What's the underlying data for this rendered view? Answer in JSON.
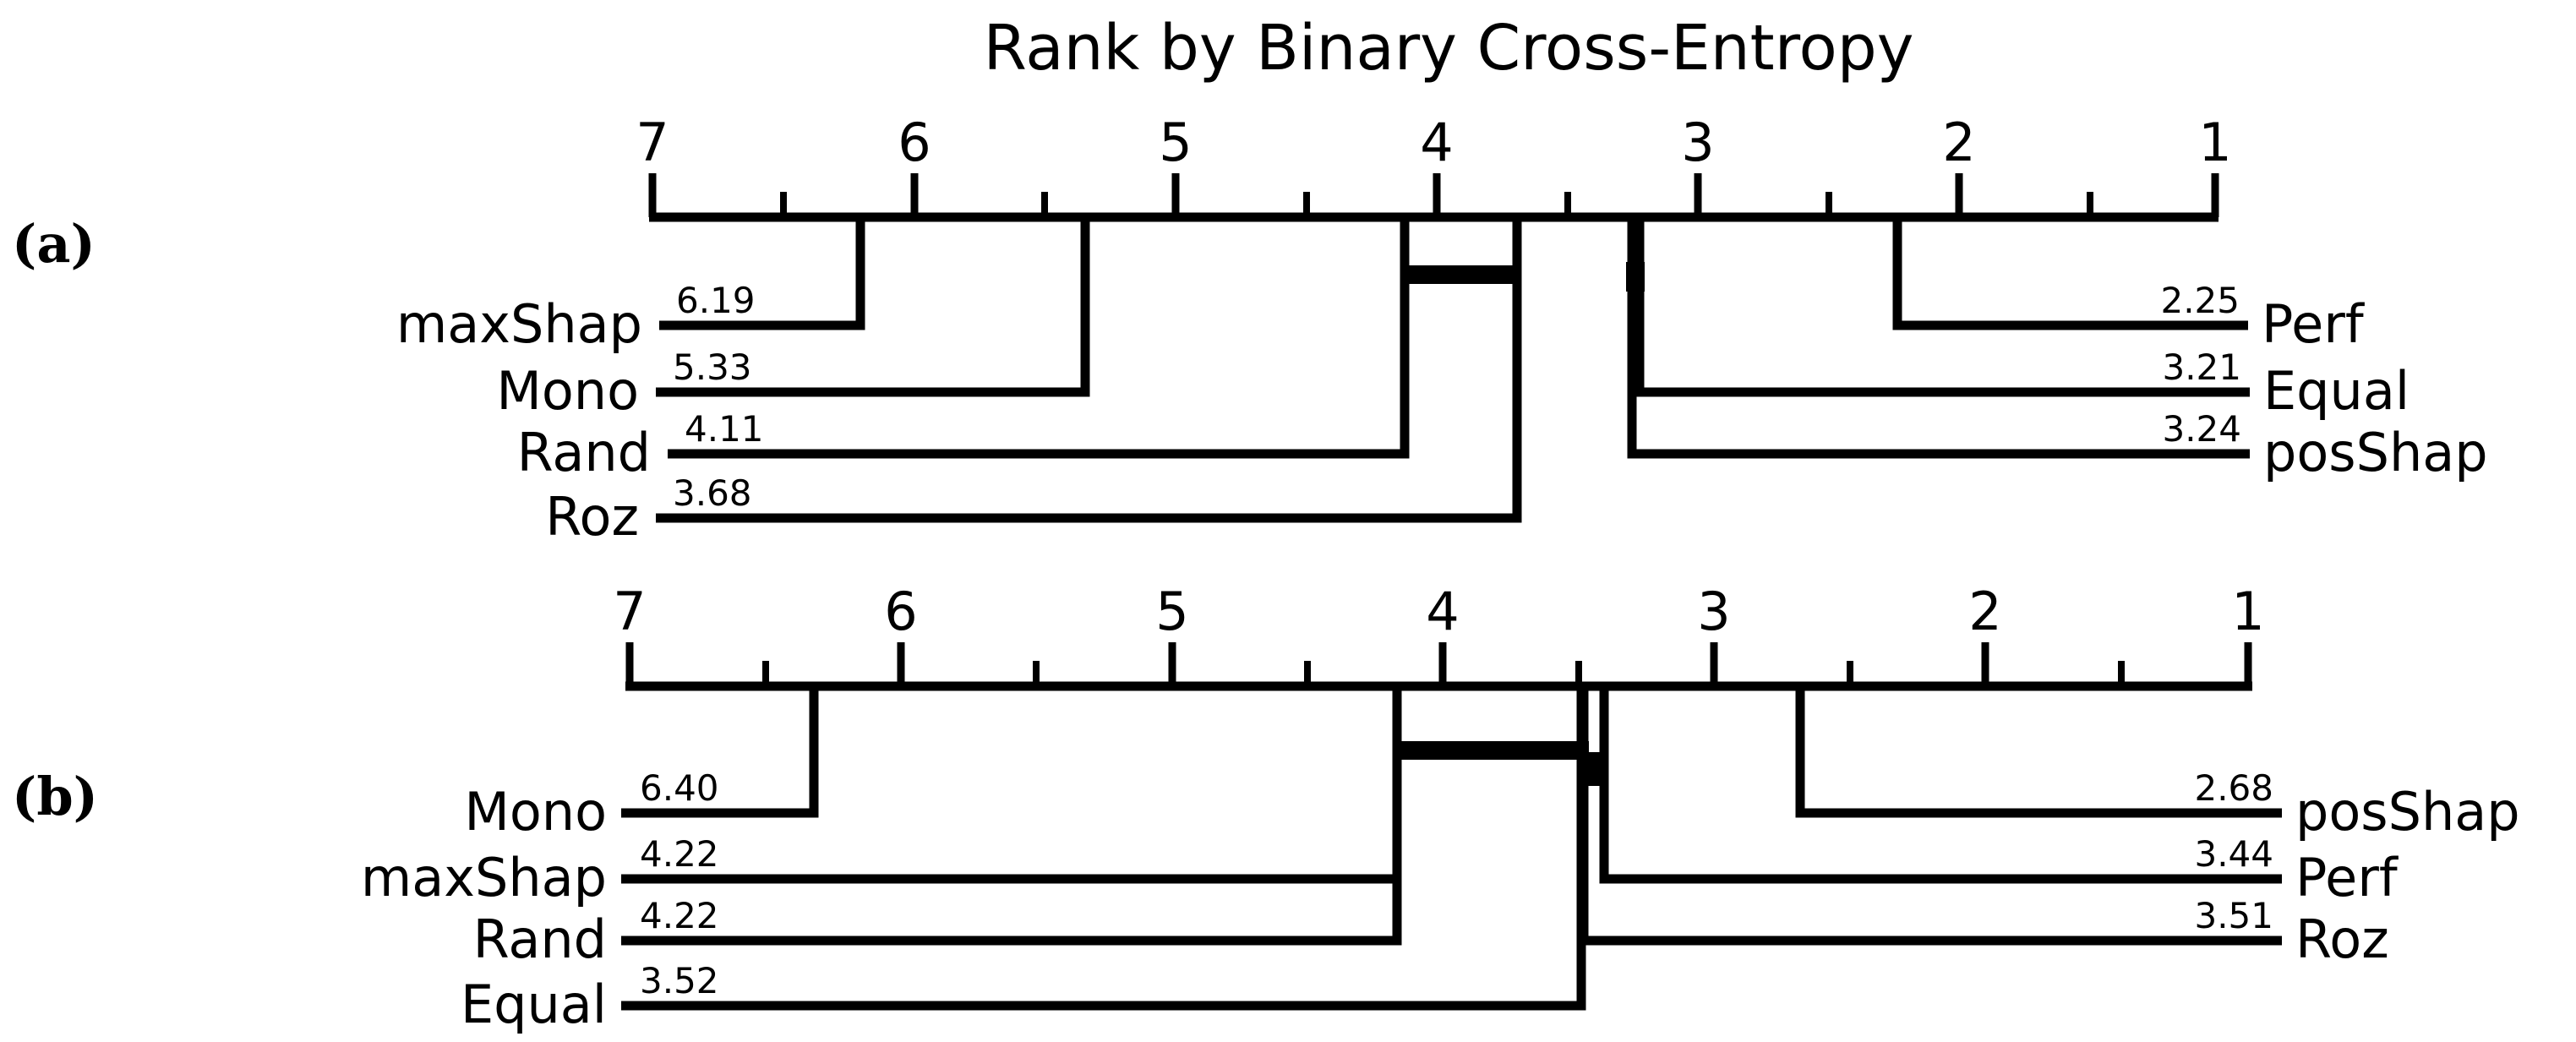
{
  "figure": {
    "title": "Rank by Binary Cross-Entropy",
    "panel_a_tag": "(a)",
    "panel_b_tag": "(b)"
  },
  "chart_data": [
    {
      "type": "critical-difference",
      "panel": "(a)",
      "title": "Rank by Binary Cross-Entropy",
      "xlabel": "",
      "ylabel": "",
      "axis_direction": "reversed",
      "xlim": [
        7,
        1
      ],
      "ticks_major": [
        "7",
        "6",
        "5",
        "4",
        "3",
        "2",
        "1"
      ],
      "ticks_minor": [
        "6.5",
        "5.5",
        "4.5",
        "3.5",
        "2.5",
        "1.5"
      ],
      "grid": false,
      "legend": "none",
      "methods": [
        {
          "name": "maxShap",
          "rank": 6.19,
          "rank_label": "6.19",
          "side": "left"
        },
        {
          "name": "Mono",
          "rank": 5.33,
          "rank_label": "5.33",
          "side": "left"
        },
        {
          "name": "Rand",
          "rank": 4.11,
          "rank_label": "4.11",
          "side": "left"
        },
        {
          "name": "Roz",
          "rank": 3.68,
          "rank_label": "3.68",
          "side": "left"
        },
        {
          "name": "Perf",
          "rank": 2.25,
          "rank_label": "2.25",
          "side": "right"
        },
        {
          "name": "Equal",
          "rank": 3.21,
          "rank_label": "3.21",
          "side": "right"
        },
        {
          "name": "posShap",
          "rank": 3.24,
          "rank_label": "3.24",
          "side": "right"
        }
      ],
      "cliques": [
        {
          "members": [
            "Rand",
            "Roz"
          ],
          "from": 4.11,
          "to": 3.68
        },
        {
          "members": [
            "posShap",
            "Equal"
          ],
          "from": 3.24,
          "to": 3.21
        }
      ]
    },
    {
      "type": "critical-difference",
      "panel": "(b)",
      "title": "",
      "xlabel": "",
      "ylabel": "",
      "axis_direction": "reversed",
      "xlim": [
        7,
        1
      ],
      "ticks_major": [
        "7",
        "6",
        "5",
        "4",
        "3",
        "2",
        "1"
      ],
      "ticks_minor": [
        "6.5",
        "5.5",
        "4.5",
        "3.5",
        "2.5",
        "1.5"
      ],
      "grid": false,
      "legend": "none",
      "methods": [
        {
          "name": "Mono",
          "rank": 6.4,
          "rank_label": "6.40",
          "side": "left"
        },
        {
          "name": "maxShap",
          "rank": 4.22,
          "rank_label": "4.22",
          "side": "left"
        },
        {
          "name": "Rand",
          "rank": 4.22,
          "rank_label": "4.22",
          "side": "left"
        },
        {
          "name": "Equal",
          "rank": 3.52,
          "rank_label": "3.52",
          "side": "left"
        },
        {
          "name": "posShap",
          "rank": 2.68,
          "rank_label": "2.68",
          "side": "right"
        },
        {
          "name": "Perf",
          "rank": 3.44,
          "rank_label": "3.44",
          "side": "right"
        },
        {
          "name": "Roz",
          "rank": 3.51,
          "rank_label": "3.51",
          "side": "right"
        }
      ],
      "cliques": [
        {
          "members": [
            "maxShap",
            "Rand",
            "Equal",
            "Roz"
          ],
          "from": 4.22,
          "to": 3.51
        },
        {
          "members": [
            "Equal",
            "Perf"
          ],
          "from": 3.52,
          "to": 3.44
        }
      ]
    }
  ],
  "panel_a": {
    "title": "Rank by Binary Cross-Entropy",
    "axis": {
      "tick_labels": [
        "7",
        "6",
        "5",
        "4",
        "3",
        "2",
        "1"
      ]
    },
    "left_rows": [
      {
        "name": "maxShap",
        "value": "6.19"
      },
      {
        "name": "Mono",
        "value": "5.33"
      },
      {
        "name": "Rand",
        "value": "4.11"
      },
      {
        "name": "Roz",
        "value": "3.68"
      }
    ],
    "right_rows": [
      {
        "name": "Perf",
        "value": "2.25"
      },
      {
        "name": "Equal",
        "value": "3.21"
      },
      {
        "name": "posShap",
        "value": "3.24"
      }
    ]
  },
  "panel_b": {
    "axis": {
      "tick_labels": [
        "7",
        "6",
        "5",
        "4",
        "3",
        "2",
        "1"
      ]
    },
    "left_rows": [
      {
        "name": "Mono",
        "value": "6.40"
      },
      {
        "name": "maxShap",
        "value": "4.22"
      },
      {
        "name": "Rand",
        "value": "4.22"
      },
      {
        "name": "Equal",
        "value": "3.52"
      }
    ],
    "right_rows": [
      {
        "name": "posShap",
        "value": "2.68"
      },
      {
        "name": "Perf",
        "value": "3.44"
      },
      {
        "name": "Roz",
        "value": "3.51"
      }
    ]
  }
}
